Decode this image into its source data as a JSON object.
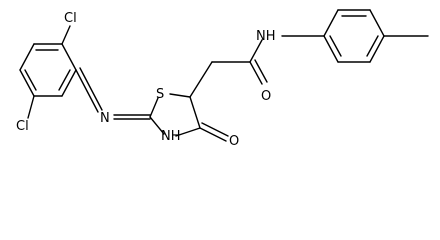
{
  "atoms": {
    "cl_top": "Cl",
    "cl_bottom": "Cl",
    "n_imine": "N",
    "s_ring": "S",
    "nh_ring": "NH",
    "o_ring": "O",
    "o_amide": "O",
    "nh_amide": "NH"
  },
  "colors": {
    "bond": "#000000",
    "label": "#000000",
    "background": "#ffffff"
  }
}
